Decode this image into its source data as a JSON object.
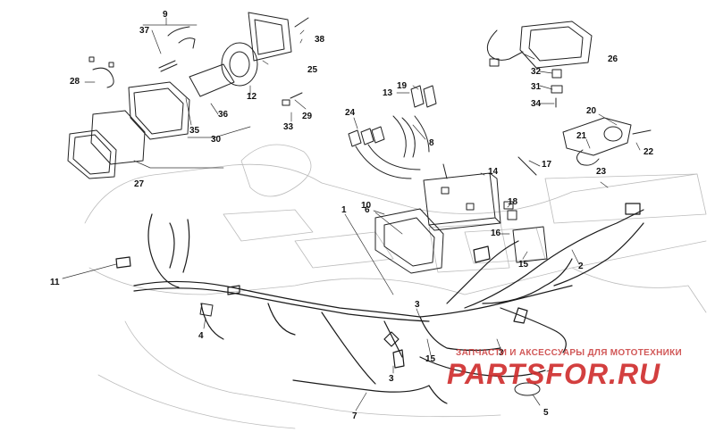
{
  "callouts": [
    "1",
    "2",
    "3",
    "3",
    "3",
    "4",
    "5",
    "6",
    "7",
    "8",
    "9",
    "10",
    "11",
    "12",
    "13",
    "14",
    "15",
    "15",
    "16",
    "17",
    "18",
    "19",
    "20",
    "21",
    "22",
    "23",
    "24",
    "25",
    "26",
    "27",
    "28",
    "29",
    "30",
    "31",
    "32",
    "33",
    "34",
    "35",
    "36",
    "37",
    "38"
  ],
  "watermark": {
    "text_line": "ЗАПЧАСТИ И АКСЕССУАРЫ ДЛЯ МОТОТЕХНИКИ",
    "logo": "PARTSFOR.RU",
    "color": "#cc2a2a"
  }
}
